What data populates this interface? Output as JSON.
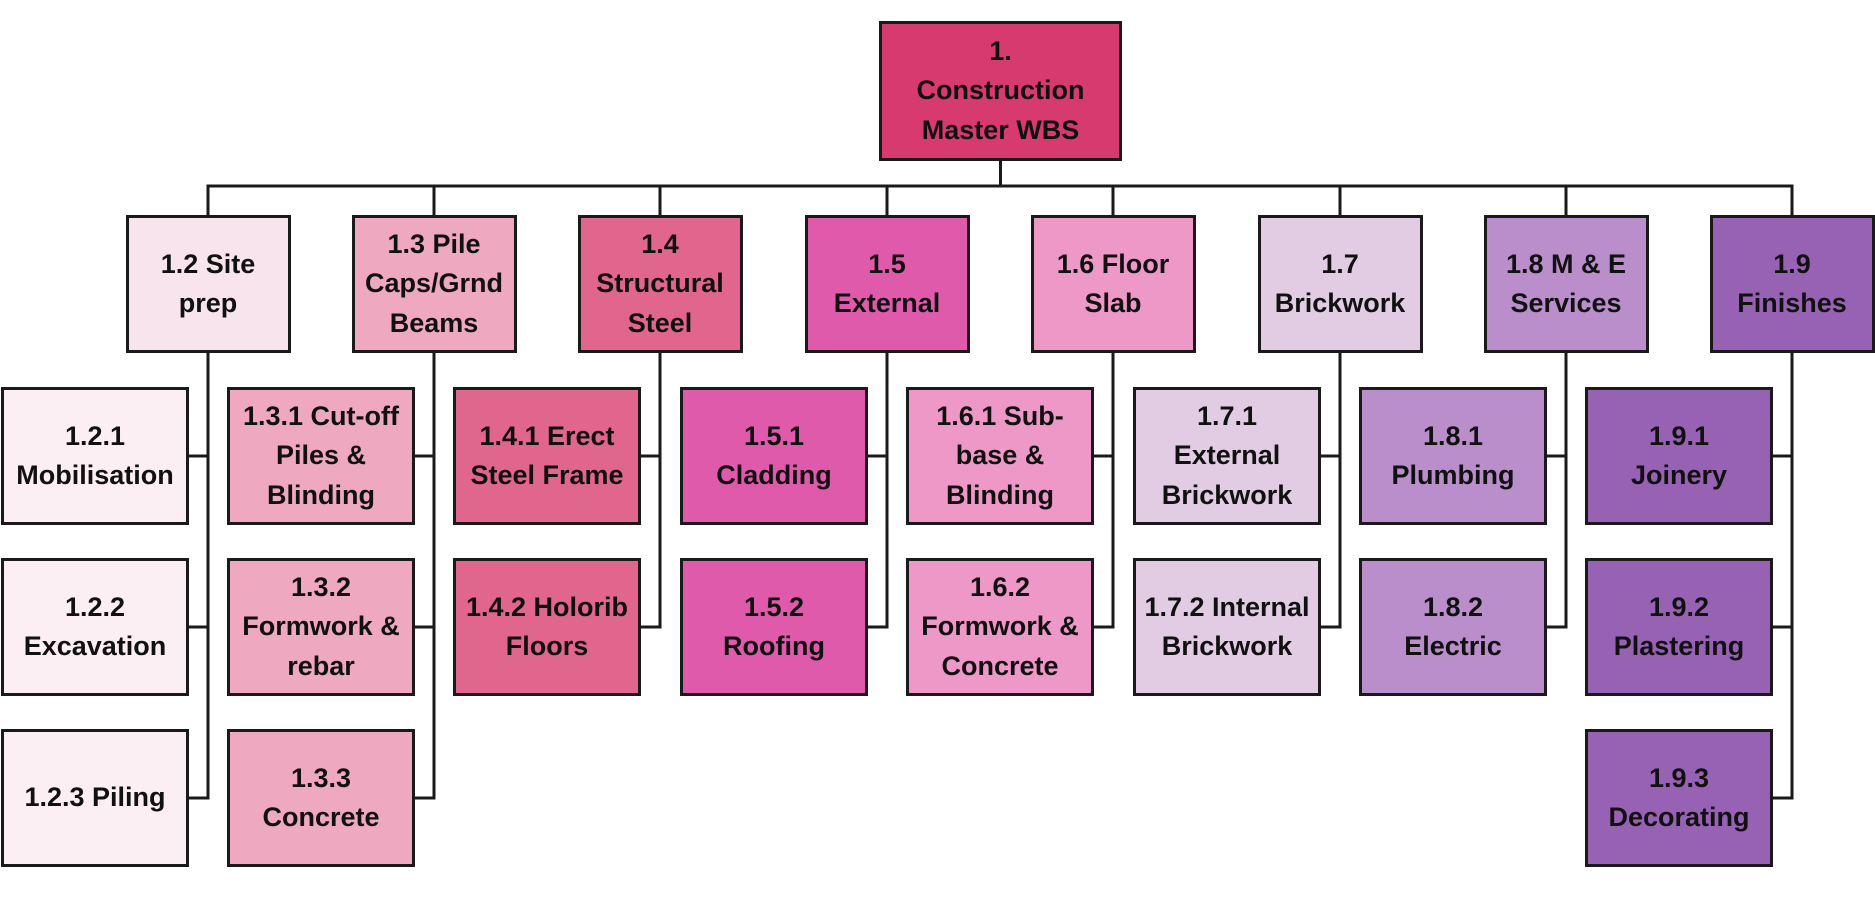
{
  "root": {
    "label": "1.\nConstruction\nMaster WBS",
    "color": "#d63a6e"
  },
  "branches": [
    {
      "id": "1.2",
      "label": "1.2 Site\nprep",
      "color": "#f8e4ec",
      "children": [
        {
          "label": "1.2.1\nMobilisation",
          "color": "#fbeff3"
        },
        {
          "label": "1.2.2\nExcavation",
          "color": "#fbeff3"
        },
        {
          "label": "1.2.3 Piling",
          "color": "#fbeff3"
        }
      ]
    },
    {
      "id": "1.3",
      "label": "1.3 Pile\nCaps/Grnd\nBeams",
      "color": "#eea8c0",
      "children": [
        {
          "label": "1.3.1 Cut-off\nPiles &\nBlinding",
          "color": "#eea8c0"
        },
        {
          "label": "1.3.2\nFormwork &\nrebar",
          "color": "#eea8c0"
        },
        {
          "label": "1.3.3\nConcrete",
          "color": "#eea8c0"
        }
      ]
    },
    {
      "id": "1.4",
      "label": "1.4\nStructural\nSteel",
      "color": "#e0668d",
      "children": [
        {
          "label": "1.4.1 Erect\nSteel Frame",
          "color": "#e0668d"
        },
        {
          "label": "1.4.2 Holorib\nFloors",
          "color": "#e0668d"
        }
      ]
    },
    {
      "id": "1.5",
      "label": "1.5\nExternal",
      "color": "#e05aab",
      "children": [
        {
          "label": "1.5.1\nCladding",
          "color": "#e05aab"
        },
        {
          "label": "1.5.2\nRoofing",
          "color": "#e05aab"
        }
      ]
    },
    {
      "id": "1.6",
      "label": "1.6 Floor\nSlab",
      "color": "#ee98c8",
      "children": [
        {
          "label": "1.6.1 Sub-\nbase &\nBlinding",
          "color": "#ee98c8"
        },
        {
          "label": "1.6.2\nFormwork &\nConcrete",
          "color": "#ee98c8"
        }
      ]
    },
    {
      "id": "1.7",
      "label": "1.7\nBrickwork",
      "color": "#e2cce4",
      "children": [
        {
          "label": "1.7.1 External\nBrickwork",
          "color": "#e2cce4"
        },
        {
          "label": "1.7.2 Internal\nBrickwork",
          "color": "#e2cce4"
        }
      ]
    },
    {
      "id": "1.8",
      "label": "1.8 M & E\nServices",
      "color": "#b98ecb",
      "children": [
        {
          "label": "1.8.1\nPlumbing",
          "color": "#b98ecb"
        },
        {
          "label": "1.8.2\nElectric",
          "color": "#b98ecb"
        }
      ]
    },
    {
      "id": "1.9",
      "label": "1.9\nFinishes",
      "color": "#9862b4",
      "children": [
        {
          "label": "1.9.1\nJoinery",
          "color": "#9862b4"
        },
        {
          "label": "1.9.2\nPlastering",
          "color": "#9862b4"
        },
        {
          "label": "1.9.3\nDecorating",
          "color": "#9862b4"
        }
      ]
    }
  ]
}
